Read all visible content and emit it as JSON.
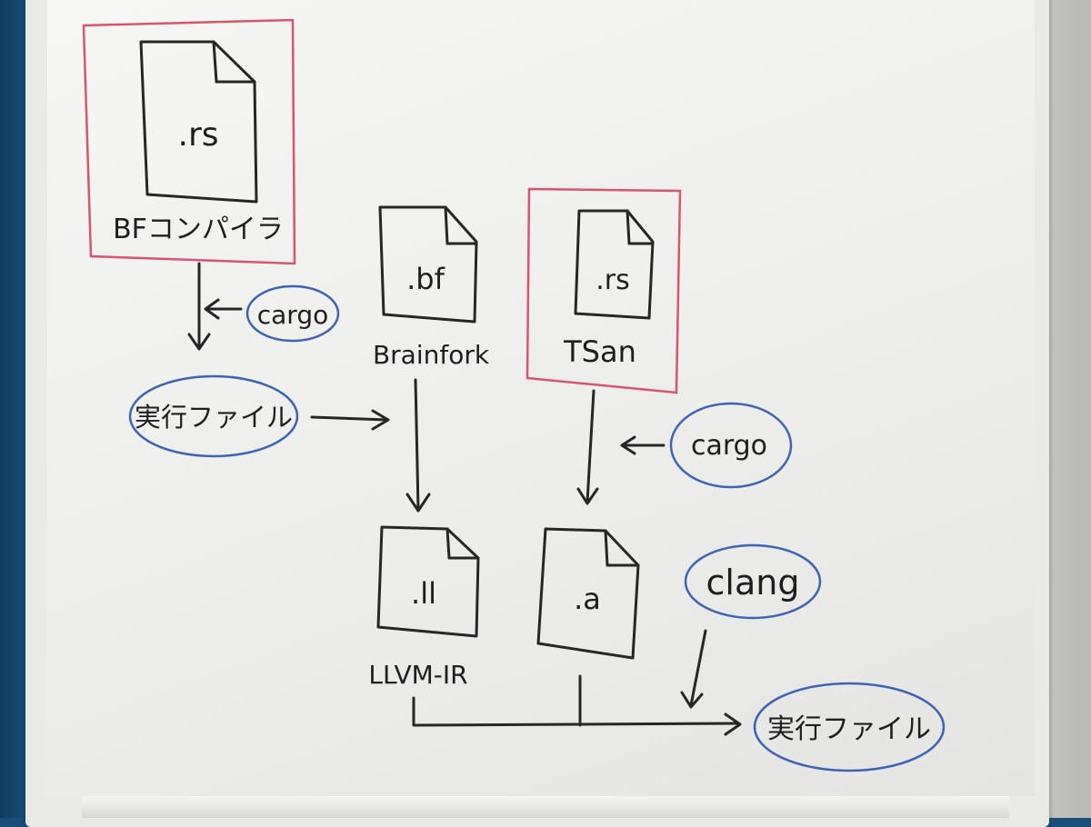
{
  "compiler_group": {
    "file_ext": ".rs",
    "label": "BFコンパイラ"
  },
  "cargo_top": {
    "label": "cargo"
  },
  "exec_left": {
    "label": "実行ファイル"
  },
  "bf_source": {
    "file_ext": ".bf",
    "label": "Brainfork"
  },
  "tsan_group": {
    "file_ext": ".rs",
    "label": "TSan"
  },
  "cargo_right": {
    "label": "cargo"
  },
  "llvm_ir": {
    "file_ext": ".ll",
    "label": "LLVM-IR"
  },
  "archive": {
    "file_ext": ".a"
  },
  "clang": {
    "label": "clang"
  },
  "exec_final": {
    "label": "実行ファイル"
  },
  "colors": {
    "ink": "#262626",
    "red_marker": "#d8556b",
    "blue_marker": "#3d63b8",
    "board": "#f2f2f0"
  }
}
